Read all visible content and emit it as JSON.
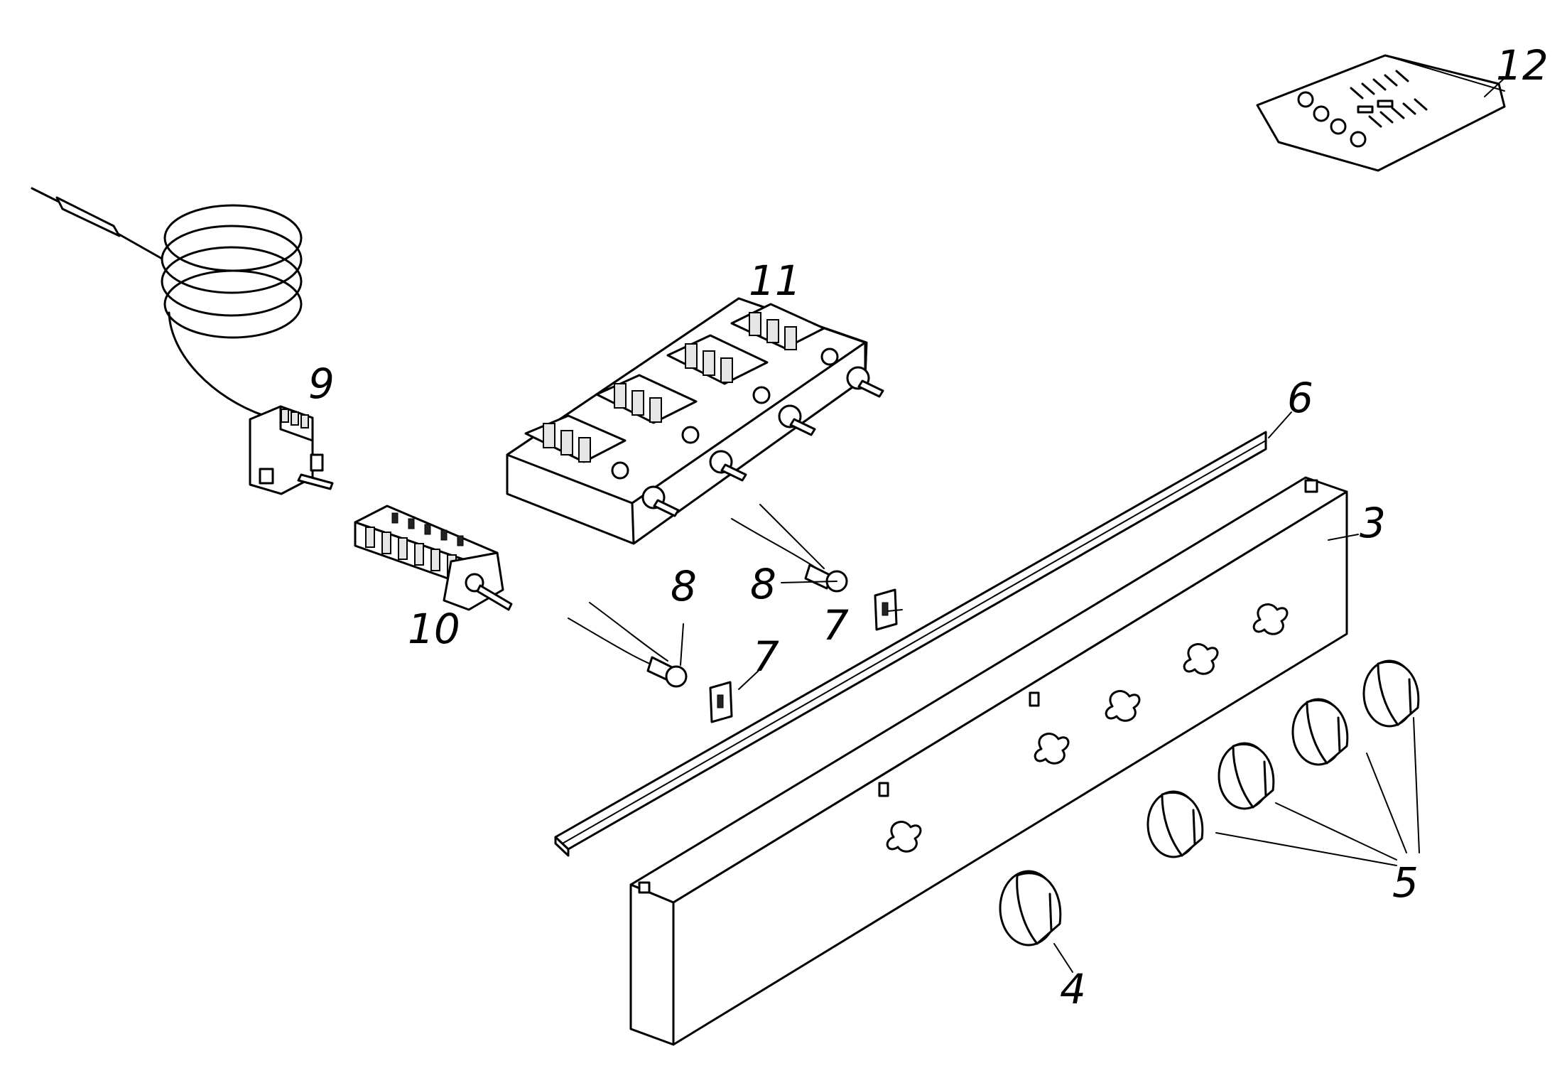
{
  "callouts": {
    "n3": "3",
    "n4": "4",
    "n5": "5",
    "n6": "6",
    "n7a": "7",
    "n7b": "7",
    "n8a": "8",
    "n8b": "8",
    "n9": "9",
    "n10": "10",
    "n11": "11",
    "n12": "12"
  }
}
